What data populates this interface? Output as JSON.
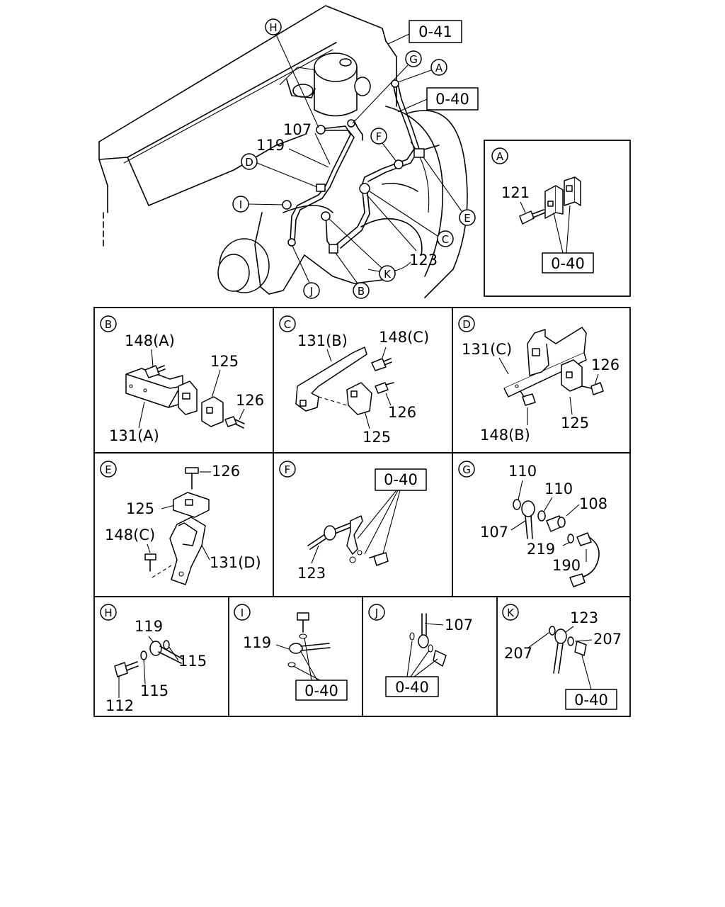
{
  "main": {
    "ref_041": "0-41",
    "ref_040": "0-40",
    "callouts": [
      "H",
      "G",
      "A",
      "F",
      "D",
      "I",
      "E",
      "C",
      "K",
      "J",
      "B"
    ],
    "numbers": {
      "n107": "107",
      "n119": "119",
      "n123": "123"
    }
  },
  "panels": {
    "A": {
      "letter": "A",
      "labels": [
        "121"
      ],
      "ref": "0-40"
    },
    "B": {
      "letter": "B",
      "labels": [
        "148(A)",
        "125",
        "126",
        "131(A)"
      ]
    },
    "C": {
      "letter": "C",
      "labels": [
        "131(B)",
        "148(C)",
        "126",
        "125"
      ]
    },
    "D": {
      "letter": "D",
      "labels": [
        "131(C)",
        "126",
        "125",
        "148(B)"
      ]
    },
    "E": {
      "letter": "E",
      "labels": [
        "126",
        "125",
        "148(C)",
        "131(D)"
      ]
    },
    "F": {
      "letter": "F",
      "labels": [
        "123"
      ],
      "ref": "0-40"
    },
    "G": {
      "letter": "G",
      "labels": [
        "110",
        "110",
        "108",
        "107",
        "219",
        "190"
      ]
    },
    "H": {
      "letter": "H",
      "labels": [
        "119",
        "115",
        "115",
        "112"
      ]
    },
    "I": {
      "letter": "I",
      "labels": [
        "119"
      ],
      "ref": "0-40"
    },
    "J": {
      "letter": "J",
      "labels": [
        "107"
      ],
      "ref": "0-40"
    },
    "K": {
      "letter": "K",
      "labels": [
        "123",
        "207",
        "207"
      ],
      "ref": "0-40"
    }
  }
}
